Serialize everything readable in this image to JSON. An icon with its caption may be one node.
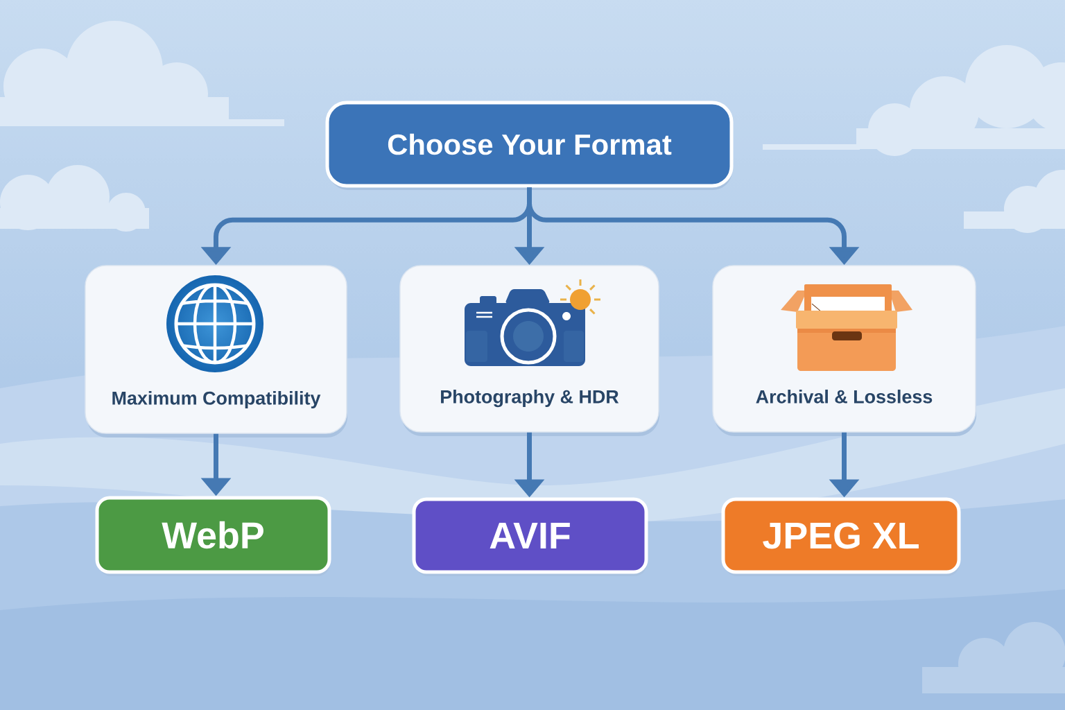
{
  "diagram": {
    "nodes": [
      {
        "text": [
          "Choose Your Format"
        ]
      },
      {
        "text": [
          "Maximum Compatibility"
        ]
      },
      {
        "text": [
          "Photography & HDR"
        ]
      },
      {
        "text": [
          "Archival & Lossless"
        ]
      },
      {
        "text": [
          "WebP"
        ]
      },
      {
        "text": [
          "AVIF"
        ]
      },
      {
        "text": [
          "JPEG XL"
        ]
      }
    ],
    "edges": [
      {
        "from": 0,
        "to": 1,
        "arrow": "to"
      },
      {
        "from": 0,
        "to": 2,
        "arrow": "to"
      },
      {
        "from": 0,
        "to": 3,
        "arrow": "to"
      },
      {
        "from": 1,
        "to": 4,
        "arrow": "to"
      },
      {
        "from": 2,
        "to": 5,
        "arrow": "to"
      },
      {
        "from": 3,
        "to": 6,
        "arrow": "to"
      }
    ]
  }
}
